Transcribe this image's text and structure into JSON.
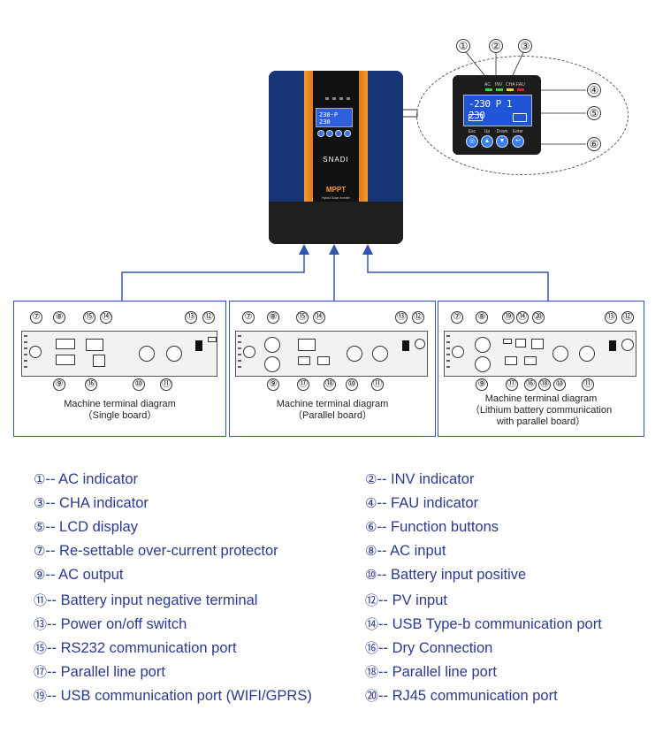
{
  "inverter": {
    "brand": "SNADI",
    "model": "MPPT",
    "subtitle": "Hybrid Solar Inverter",
    "mini_lcd_text": "230·P 230"
  },
  "panel": {
    "led_labels": [
      "AC",
      "INV",
      "CHA",
      "FAU"
    ],
    "lcd_text": "-230 P 1 230",
    "button_labels": [
      "Esc",
      "Up",
      "Down",
      "Enter"
    ]
  },
  "callouts": [
    "①",
    "②",
    "③",
    "④",
    "⑤",
    "⑥"
  ],
  "boards": [
    {
      "caption_line1": "Machine terminal diagram",
      "caption_line2": "（Single board）",
      "caption_line3": ""
    },
    {
      "caption_line1": "Machine terminal diagram",
      "caption_line2": "（Parallel board）",
      "caption_line3": ""
    },
    {
      "caption_line1": "Machine terminal diagram",
      "caption_line2": "（Lithium battery communication",
      "caption_line3": "with parallel board）"
    }
  ],
  "legend": [
    {
      "num": "①",
      "text": "-- AC indicator"
    },
    {
      "num": "②",
      "text": "-- INV indicator"
    },
    {
      "num": "③",
      "text": "-- CHA indicator"
    },
    {
      "num": "④",
      "text": "-- FAU indicator"
    },
    {
      "num": "⑤",
      "text": "-- LCD display"
    },
    {
      "num": "⑥",
      "text": "-- Function buttons"
    },
    {
      "num": "⑦",
      "text": "-- Re-settable over-current protector"
    },
    {
      "num": "⑧",
      "text": "-- AC input"
    },
    {
      "num": "⑨",
      "text": "-- AC output"
    },
    {
      "num": "⑩",
      "text": "-- Battery input positive"
    },
    {
      "num": "⑪",
      "text": "-- Battery input negative terminal"
    },
    {
      "num": "⑫",
      "text": "-- PV input"
    },
    {
      "num": "⑬",
      "text": "-- Power on/off switch"
    },
    {
      "num": "⑭",
      "text": "-- USB Type-b communication port"
    },
    {
      "num": "⑮",
      "text": "-- RS232 communication port"
    },
    {
      "num": "⑯",
      "text": "-- Dry Connection"
    },
    {
      "num": "⑰",
      "text": "-- Parallel line port"
    },
    {
      "num": "⑱",
      "text": "-- Parallel line port"
    },
    {
      "num": "⑲",
      "text": "-- USB communication port (WIFI/GPRS)"
    },
    {
      "num": "⑳",
      "text": "-- RJ45 communication port"
    }
  ],
  "colors": {
    "line_blue": "#3355aa",
    "legend_text": "#2b3a8f",
    "accent_orange": "#f29b2c"
  }
}
